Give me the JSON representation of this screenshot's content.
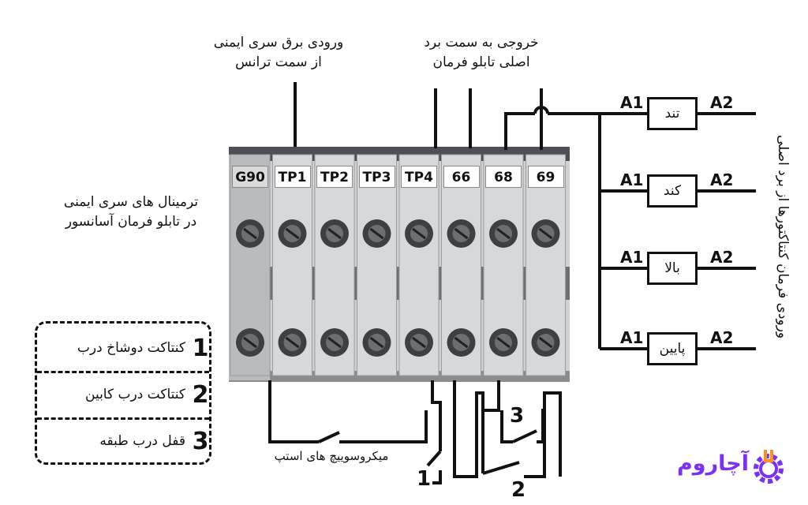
{
  "labels": {
    "safety_input": [
      "ورودی برق سری ایمنی",
      "از سمت ترانس"
    ],
    "output_main_board": [
      "خروجی به سمت برد",
      "اصلی تابلو فرمان"
    ],
    "safety_terminals": [
      "ترمینال های سری ایمنی",
      "در تابلو فرمان آسانسور"
    ],
    "contactor_input": "ورودی فرمان کنتاکتورها از برد اصلی",
    "micro_switch": "میکروسوییچ های استپ"
  },
  "terminals": [
    "G90",
    "TP1",
    "TP2",
    "TP3",
    "TP4",
    "66",
    "68",
    "69"
  ],
  "contactors": [
    {
      "name": "تند",
      "a1": "A1",
      "a2": "A2"
    },
    {
      "name": "کند",
      "a1": "A1",
      "a2": "A2"
    },
    {
      "name": "بالا",
      "a1": "A1",
      "a2": "A2"
    },
    {
      "name": "پایین",
      "a1": "A1",
      "a2": "A2"
    }
  ],
  "legend": [
    {
      "num": "1",
      "text": "کنتاکت دوشاخ درب"
    },
    {
      "num": "2",
      "text": "کنتاکت درب کابین"
    },
    {
      "num": "3",
      "text": "قفل درب طبقه"
    }
  ],
  "switch_numbers": [
    "1",
    "2",
    "3"
  ],
  "logo": {
    "text": "آچاروم",
    "icon": "gear-wrench-icon"
  },
  "colors": {
    "terminal_body": "#c9cbcd",
    "terminal_dark": "#5f6366",
    "ink": "#111111",
    "brand": "#7b2ff7",
    "brand_orange": "#f7931e"
  }
}
